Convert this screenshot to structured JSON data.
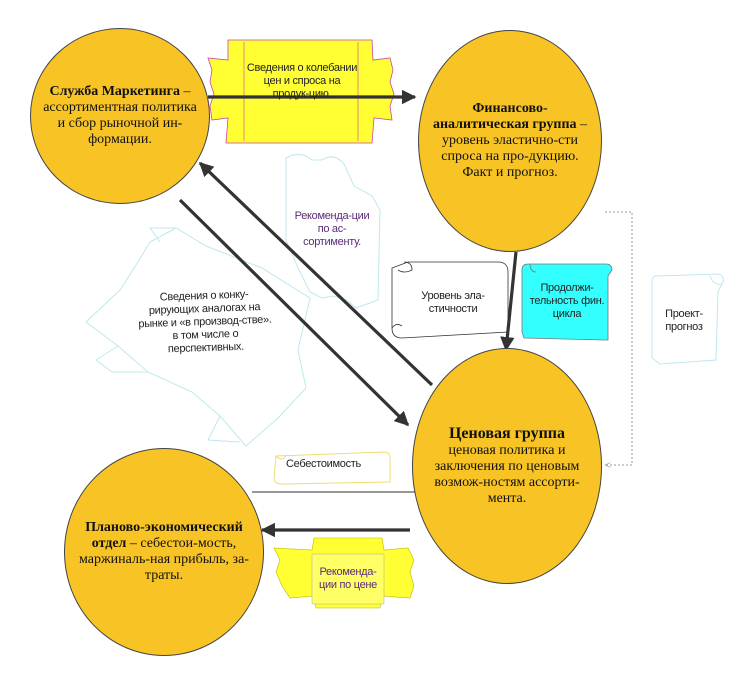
{
  "nodes": {
    "marketing": {
      "title": "Служба Маркетинга",
      "dash": " –",
      "text": "ассортиментная политика и сбор рыночной ин-формации."
    },
    "finance": {
      "title": "Финансово-аналитическая группа",
      "dash": " –",
      "text": "уровень эластично-сти спроса на про-дукцию. Факт и прогноз."
    },
    "pricing": {
      "title": "Ценовая группа",
      "dash": "",
      "text": "ценовая политика и заключения по ценовым возмож-ностям ассорти-мента."
    },
    "planning": {
      "title": "Планово-экономический отдел",
      "dash": "",
      "text": "– себестои-мость, маржиналь-ная прибыль, за-траты."
    }
  },
  "labels": {
    "demand_info": "Сведения о колебании цен и спроса на продук-цию.",
    "assortment_recommendations": "Рекоменда-ции по ас-сортименту.",
    "competitor_info": "Сведения о конку-рирующих аналогах на рынке и «в производ-стве». в том числе о перспективных.",
    "elasticity": "Уровень эла-стичности",
    "life_cycle": "Продолжи-тельность фин. цикла",
    "forecast": "Проект-прогноз",
    "cost": "Себестоимость",
    "price_recommendations": "Рекоменда-ции по цене"
  },
  "colors": {
    "circle": "#f7c325",
    "banner_yellow": "#ffff33",
    "cyan": "#33ffff",
    "arrow": "#333333",
    "dotted": "#999999"
  }
}
